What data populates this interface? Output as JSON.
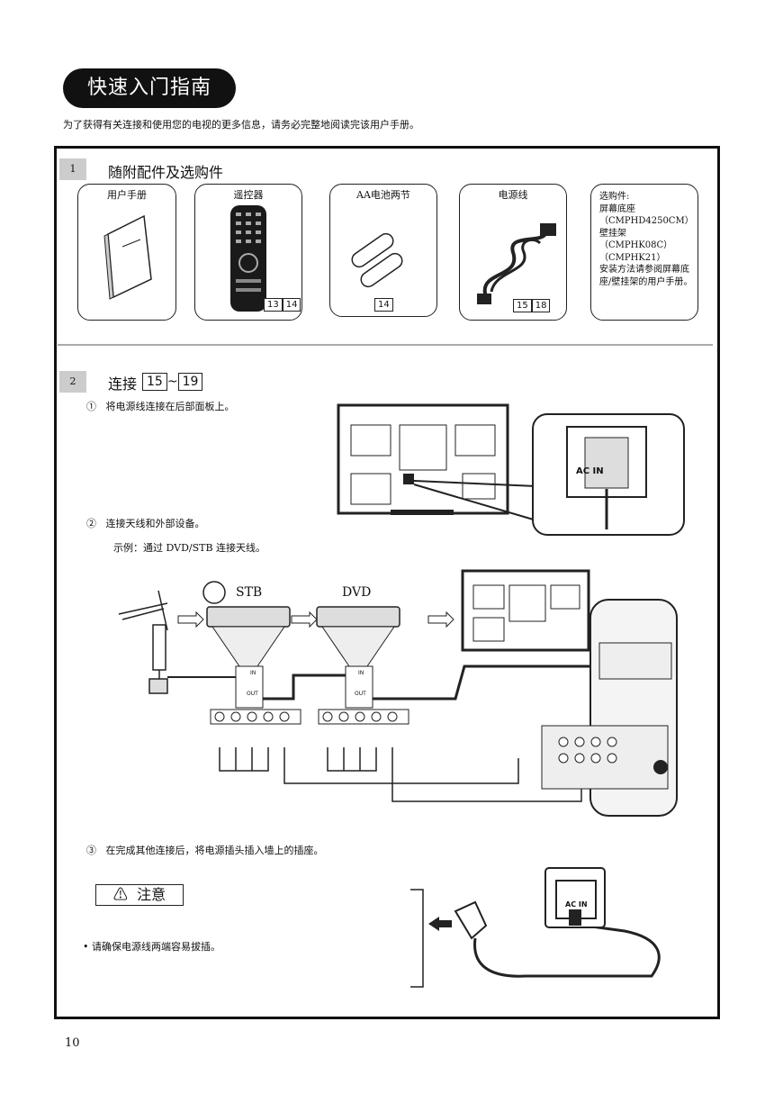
{
  "header": {
    "title": "快速入门指南",
    "intro": "为了获得有关连接和使用您的电视的更多信息，请务必完整地阅读完该用户手册。"
  },
  "section1": {
    "number": "1",
    "title": "随附配件及选购件",
    "items": [
      {
        "label": "用户手册",
        "refs": []
      },
      {
        "label": "遥控器",
        "refs": [
          "13",
          "14"
        ]
      },
      {
        "label": "AA电池两节",
        "refs": [
          "14"
        ]
      },
      {
        "label": "电源线",
        "refs": [
          "15",
          "18"
        ]
      }
    ],
    "options": {
      "text": "选购件:\n屏幕底座\n（CMPHD4250CM）\n壁挂架\n（CMPHK08C）\n（CMPHK21）\n安装方法请参阅屏幕底座/壁挂架的用户手册。"
    }
  },
  "section2": {
    "number": "2",
    "title": "连接",
    "ref_start": "15",
    "ref_tilde": "~",
    "ref_end": "19",
    "step1": {
      "marker": "①",
      "text": "将电源线连接在后部面板上。"
    },
    "step2": {
      "marker": "②",
      "text": "连接天线和外部设备。",
      "example": "示例：通过 DVD/STB 连接天线。"
    },
    "step3": {
      "marker": "③",
      "text": "在完成其他连接后，将电源插头插入墙上的插座。"
    },
    "device_labels": {
      "stb": "STB",
      "dvd": "DVD",
      "in": "IN",
      "out": "OUT",
      "ac_in": "AC IN"
    },
    "caution": {
      "icon": "⚠",
      "title": "注意",
      "bullet": "• 请确保电源线两端容易拔插。"
    }
  },
  "footer": {
    "page_number": "10"
  }
}
